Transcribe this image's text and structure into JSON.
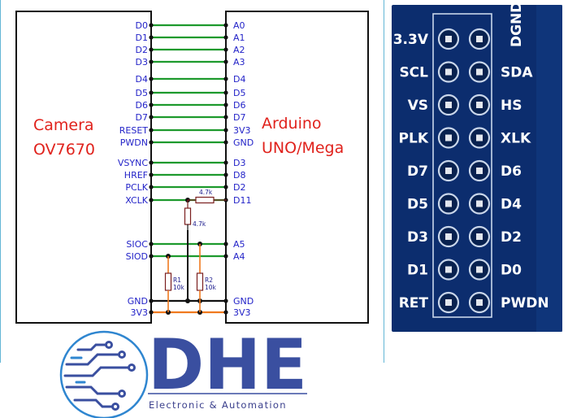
{
  "colors": {
    "wire_green": "#1d9a2d",
    "wire_orange": "#f07a1e",
    "pin_text": "#2323c8",
    "title_red": "#e0221c",
    "board_blue": "#0c2d6e",
    "frame_teal": "#63b6d6"
  },
  "camera": {
    "title_line1": "Camera",
    "title_line2": "OV7670"
  },
  "arduino": {
    "title_line1": "Arduino",
    "title_line2": "UNO/Mega"
  },
  "connections": [
    {
      "left": "D0",
      "right": "A0",
      "wire": "green"
    },
    {
      "left": "D1",
      "right": "A1",
      "wire": "green"
    },
    {
      "left": "D2",
      "right": "A2",
      "wire": "green"
    },
    {
      "left": "D3",
      "right": "A3",
      "wire": "green"
    },
    {
      "left": "D4",
      "right": "D4",
      "wire": "green"
    },
    {
      "left": "D5",
      "right": "D5",
      "wire": "green"
    },
    {
      "left": "D6",
      "right": "D6",
      "wire": "green"
    },
    {
      "left": "D7",
      "right": "D7",
      "wire": "green"
    },
    {
      "left": "RESET",
      "right": "3V3",
      "wire": "green"
    },
    {
      "left": "PWDN",
      "right": "GND",
      "wire": "green"
    },
    {
      "left": "VSYNC",
      "right": "D3",
      "wire": "green"
    },
    {
      "left": "HREF",
      "right": "D8",
      "wire": "green"
    },
    {
      "left": "PCLK",
      "right": "D2",
      "wire": "green"
    },
    {
      "left": "XCLK",
      "right": "D11",
      "wire": "green"
    },
    {
      "left": "SIOC",
      "right": "A5",
      "wire": "green"
    },
    {
      "left": "SIOD",
      "right": "A4",
      "wire": "green"
    },
    {
      "left": "GND",
      "right": "GND",
      "wire": "black"
    },
    {
      "left": "3V3",
      "right": "3V3",
      "wire": "orange"
    }
  ],
  "resistors": {
    "xclk_series": "4.7k",
    "xclk_divider": "4.7k",
    "r1_name": "R1",
    "r1_value": "10k",
    "r2_name": "R2",
    "r2_value": "10k"
  },
  "header_board": {
    "left_labels": [
      "3.3V",
      "SCL",
      "VS",
      "PLK",
      "D7",
      "D5",
      "D3",
      "D1",
      "RET"
    ],
    "right_labels": [
      "DGND",
      "SDA",
      "HS",
      "XLK",
      "D6",
      "D4",
      "D2",
      "D0",
      "PWDN"
    ]
  },
  "logo": {
    "letters": "DHE",
    "tagline": "Electronic & Automation"
  }
}
